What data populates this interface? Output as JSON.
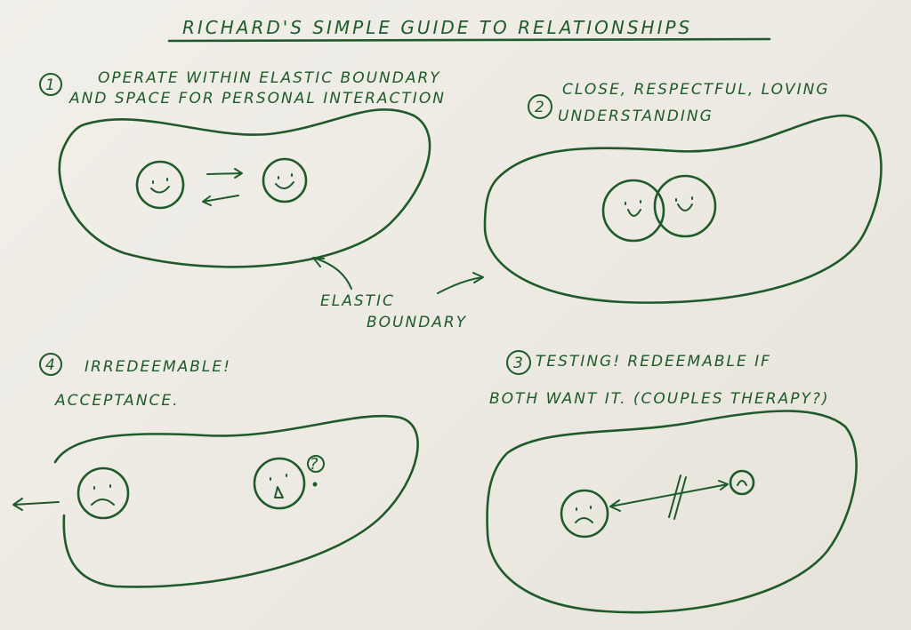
{
  "title": "RICHARD'S SIMPLE GUIDE TO RELATIONSHIPS",
  "sections": [
    {
      "number": "1",
      "lines": [
        "OPERATE WITHIN ELASTIC BOUNDARY",
        "AND SPACE FOR PERSONAL INTERACTION"
      ]
    },
    {
      "number": "2",
      "lines": [
        "CLOSE, RESPECTFUL, LOVING",
        "UNDERSTANDING"
      ]
    },
    {
      "number": "3",
      "lines": [
        "TESTING! REDEEMABLE IF",
        "BOTH WANT IT. (COUPLES THERAPY?)"
      ]
    },
    {
      "number": "4",
      "lines": [
        "IRREDEEMABLE!",
        "ACCEPTANCE."
      ]
    }
  ],
  "boundary_label": [
    "ELASTIC",
    "BOUNDARY"
  ],
  "question_mark": "?",
  "colors": {
    "ink": "#1e5a2a",
    "paper": "#eeece5"
  }
}
